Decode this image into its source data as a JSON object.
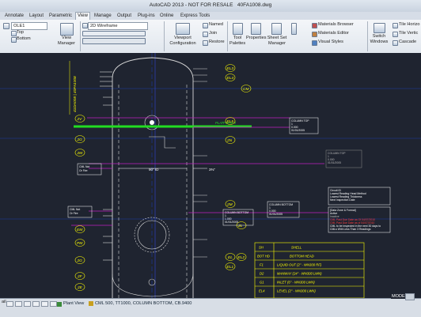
{
  "app": {
    "title": "AutoCAD 2013 - NOT FOR RESALE",
    "filename": "40FA1008.dwg"
  },
  "tabs": [
    "Annotate",
    "Layout",
    "Parametric",
    "View",
    "Manage",
    "Output",
    "Plug-ins",
    "Online",
    "Express Tools"
  ],
  "active_tab": "View",
  "ribbon": {
    "layer_value": "OLE1",
    "views": [
      "Top",
      "Bottom"
    ],
    "view_manager": "View\nManager",
    "visual_style": "2D Wireframe",
    "viewport_configuration": "Viewport\nConfiguration",
    "named": "Named",
    "join": "Join",
    "restore": "Restore",
    "tool_palettes": "Tool\nPalettes",
    "properties": "Properties",
    "sheet_set_manager": "Sheet Set\nManager",
    "materials_browser": "Materials Browser",
    "materials_editor": "Materials Editor",
    "visual_styles": "Visual Styles",
    "switch_windows": "Switch\nWindows",
    "tile_horizontally": "Tile Horizo",
    "tile_vertically": "Tile Vertic",
    "cascade": "Cascade"
  },
  "drawing": {
    "vertical_label": "41DA008 | 40FA1008",
    "platform_label": "PLATFORM #",
    "dimension_id": "90\" ID",
    "dimension_right": "3⅜\"",
    "bubbles": [
      "2V",
      "2G",
      "2M",
      "EL3",
      "EL4",
      "CM",
      "EL5",
      "2N",
      "2M",
      "2L",
      "EL",
      "EL1",
      "EL2",
      "PM",
      "EM",
      "2G",
      "2F",
      "2E"
    ],
    "notes": {
      "column_top": [
        "COLUMN TOP",
        "1",
        "0.000",
        "01/01/2005"
      ],
      "column_top2": [
        "COLUMN TOP",
        "1",
        "0.000",
        "01/01/2005"
      ],
      "column_bottom": [
        "COLUMN BOTTOM",
        "1",
        "1.000",
        "01/01/2005"
      ],
      "column_bottom2": [
        "COLUMN BOTTOM",
        "1",
        "0.000",
        "01/01/2005"
      ],
      "cml_left1": [
        "CML Not",
        "Or Fire"
      ],
      "cml_left2": [
        "CML Not",
        "Or Fire"
      ],
      "circuit": [
        "Circuit ID",
        "Lowest Reading Head Method",
        "Lowest Reading Thickness",
        "Next Inspection Date"
      ],
      "data_zone": [
        "[Data Zone & Format]",
        "Active",
        "Inactive",
        "CML Past Due Date as Of 04/07/2010",
        "CML Past Due Date as of 04/07/2010",
        "CML to be inspected in the next 30 days to",
        "CMLs With Less Than 3 Readings"
      ]
    },
    "table_rows": [
      [
        "SH",
        "SHELL"
      ],
      [
        "BOT HD",
        "BOTTOM HEAD"
      ],
      [
        "F1",
        "LIQUID OUT (2\" - WN300 RF)"
      ],
      [
        "D2",
        "MANWAY (24\" - WN300 LWN)"
      ],
      [
        "G1",
        "INLET (6\" - WN300 LWN)"
      ],
      [
        "EL4",
        "LEVEL (2\" - WN300 LWN)"
      ]
    ]
  },
  "status": {
    "tab_label": "Plant View",
    "path": "CML 500, TT1000, COLUMN BOTTOM, CB.9400",
    "model": "MODEL",
    "coord_left": "ail"
  }
}
